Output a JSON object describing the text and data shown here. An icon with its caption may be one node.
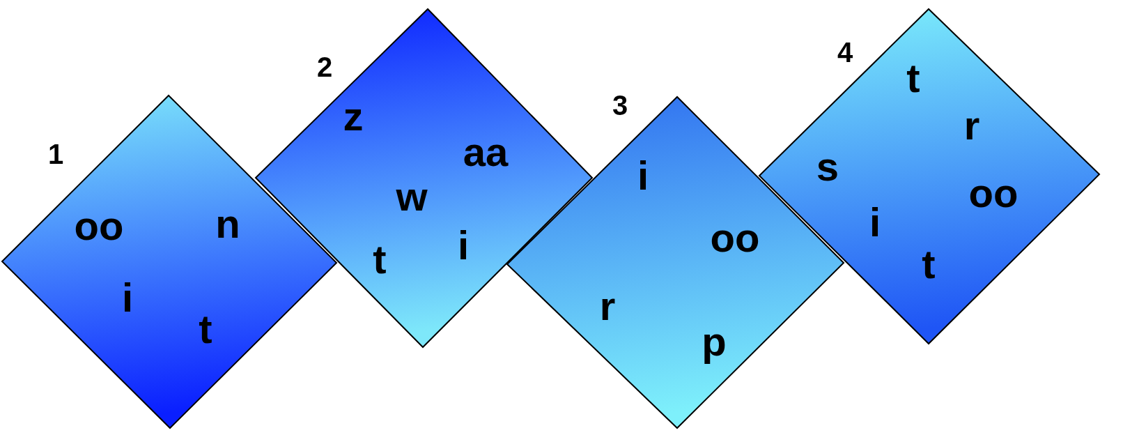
{
  "diagram": {
    "nodes": [
      {
        "text": [
          "oo",
          "n",
          "i",
          "t"
        ],
        "beside": [
          "1"
        ]
      },
      {
        "text": [
          "z",
          "aa",
          "w",
          "i",
          "t"
        ],
        "beside": [
          "2"
        ]
      },
      {
        "text": [
          "i",
          "oo",
          "r",
          "p"
        ],
        "beside": [
          "3"
        ]
      },
      {
        "text": [
          "t",
          "r",
          "s",
          "oo",
          "i",
          "t"
        ],
        "beside": [
          "4"
        ]
      }
    ]
  }
}
